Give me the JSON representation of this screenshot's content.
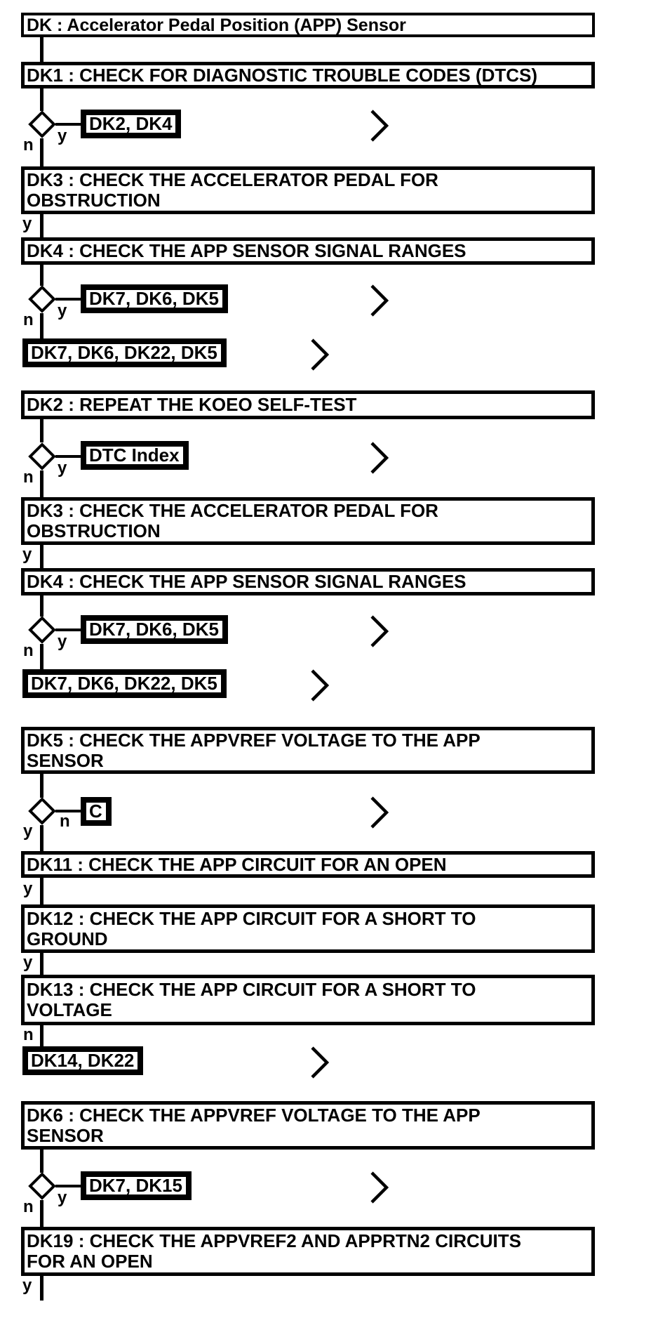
{
  "colors": {
    "ink": "#000000",
    "paper": "#ffffff"
  },
  "labels": {
    "yes": "y",
    "no": "n"
  },
  "title": "DK : Accelerator Pedal Position (APP) Sensor",
  "steps": {
    "dk1": {
      "l1": "DK1 : CHECK FOR DIAGNOSTIC TROUBLE CODES (DTCS)"
    },
    "dk3": {
      "l1": "DK3 : CHECK THE ACCELERATOR PEDAL FOR",
      "l2": "OBSTRUCTION"
    },
    "dk4": {
      "l1": "DK4 : CHECK THE APP SENSOR SIGNAL RANGES"
    },
    "dk2": {
      "l1": "DK2 : REPEAT THE KOEO SELF-TEST"
    },
    "dk5": {
      "l1": "DK5 : CHECK THE APPVREF VOLTAGE TO THE APP",
      "l2": "SENSOR"
    },
    "dk11": {
      "l1": "DK11 : CHECK THE APP CIRCUIT FOR AN OPEN"
    },
    "dk12": {
      "l1": "DK12 : CHECK THE APP CIRCUIT FOR A SHORT TO",
      "l2": "GROUND"
    },
    "dk13": {
      "l1": "DK13 : CHECK THE APP CIRCUIT FOR A SHORT TO",
      "l2": "VOLTAGE"
    },
    "dk6": {
      "l1": "DK6 : CHECK THE APPVREF VOLTAGE TO THE APP",
      "l2": "SENSOR"
    },
    "dk19": {
      "l1": "DK19 : CHECK THE APPVREF2 AND APPRTN2 CIRCUITS",
      "l2": "FOR AN OPEN"
    }
  },
  "refs": {
    "dk2_dk4": "DK2, DK4",
    "dk7_dk6_dk5": "DK7, DK6, DK5",
    "dk7_dk6_dk22_dk5": "DK7, DK6, DK22, DK5",
    "dtc_index": "DTC Index",
    "c": "C",
    "dk14_dk22": "DK14, DK22",
    "dk7_dk15": "DK7, DK15"
  }
}
